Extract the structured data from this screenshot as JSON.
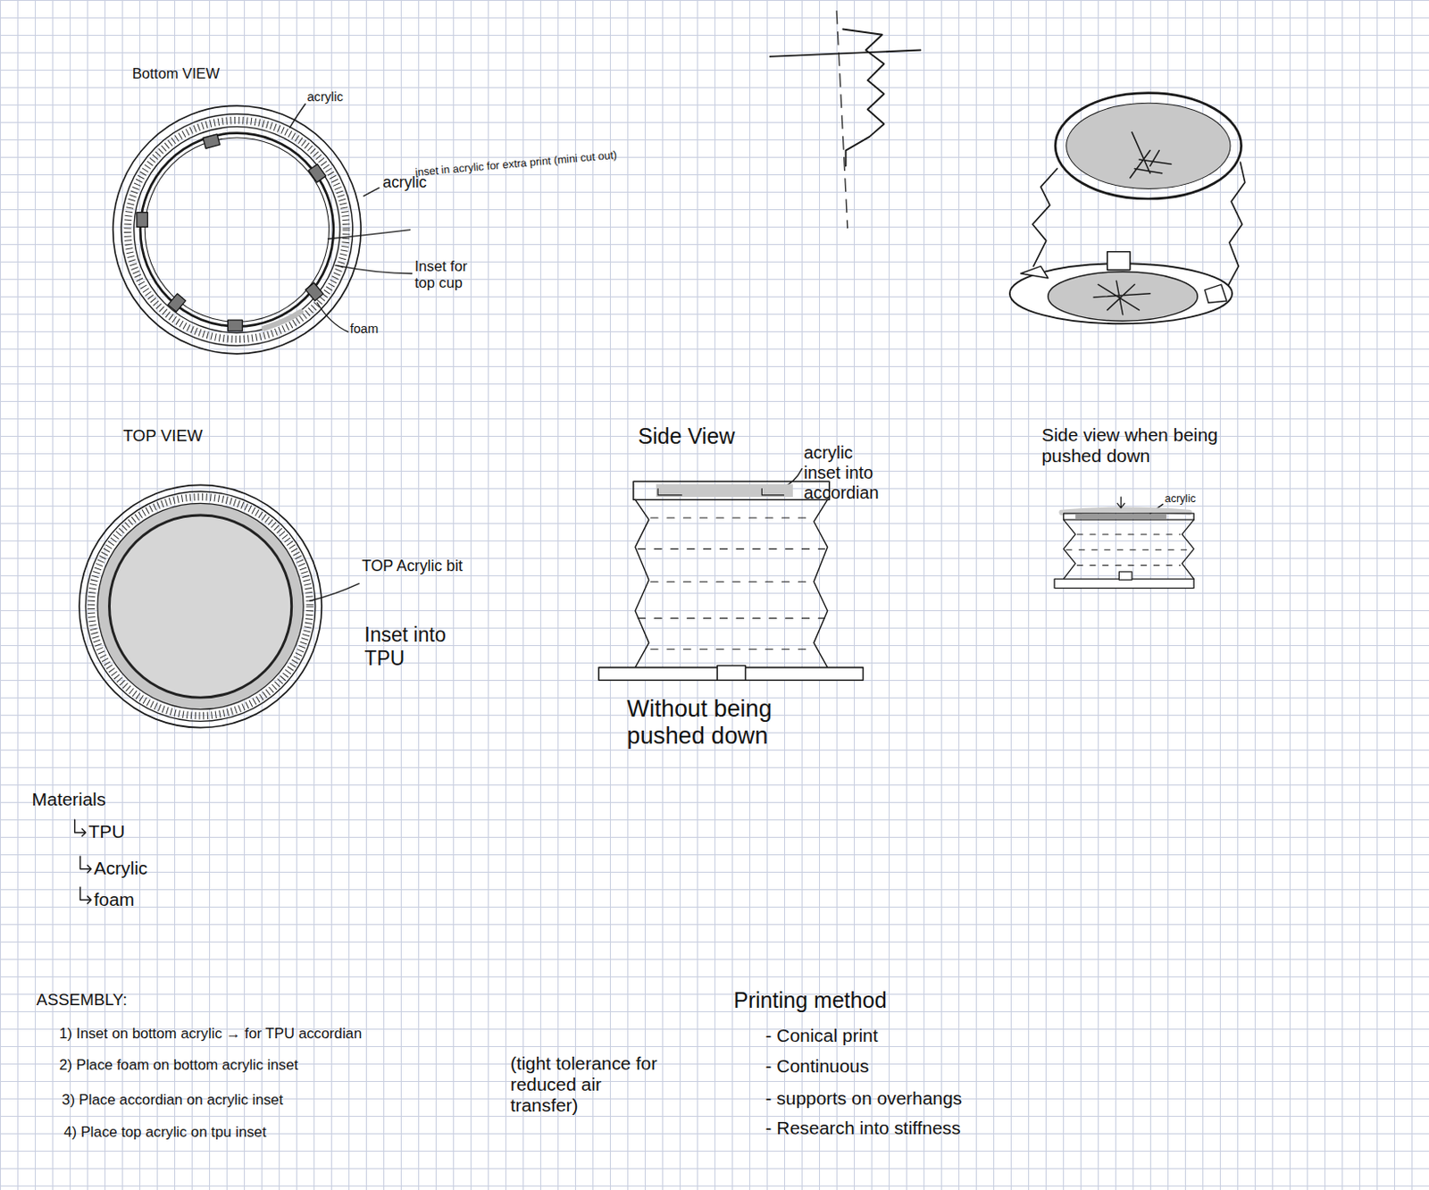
{
  "diagram": {
    "labels": [
      "Bottom VIEW",
      "acrylic",
      "acrylic",
      "inset in acrylic for extra print (mini cut out)",
      "Inset for top cup",
      "foam",
      "TOP VIEW",
      "TOP Acrylic bit",
      "Inset into TPU",
      "Side View",
      "acrylic inset into accordian",
      "Without being pushed down",
      "Side view when being pushed down",
      "acrylic",
      "Materials",
      "TPU",
      "Acrylic",
      "foam",
      "ASSEMBLY:",
      "1) Inset on bottom acrylic → for TPU accordian",
      "2) Place foam on bottom acrylic inset",
      "(tight tolerance for reduced air transfer)",
      "3) Place accordian on acrylic inset",
      "4) Place top acrylic on tpu inset",
      "Printing method",
      "- Conical print",
      "- Continuous",
      "- supports on overhangs",
      "- Research into stiffness"
    ]
  }
}
